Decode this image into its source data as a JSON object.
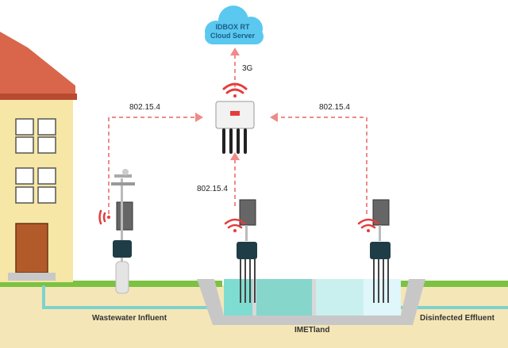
{
  "cloud": {
    "line1": "IDBOX RT",
    "line2": "Cloud Server"
  },
  "links": {
    "uplink": "3G",
    "left": "802.15.4",
    "right": "802.15.4",
    "center": "802.15.4"
  },
  "locations": {
    "left": "Wastewater Influent",
    "center": "IMETland",
    "right": "Disinfected Effluent"
  },
  "colors": {
    "sky": "#ffffff",
    "ground": "#f5e6b8",
    "grass": "#7cc242",
    "link": "#f08a8a",
    "signal": "#e63b3b",
    "cloud": "#5bc8ef",
    "water": "#7ddad0",
    "house_wall": "#f6e7a6",
    "roof": "#d9664a"
  }
}
